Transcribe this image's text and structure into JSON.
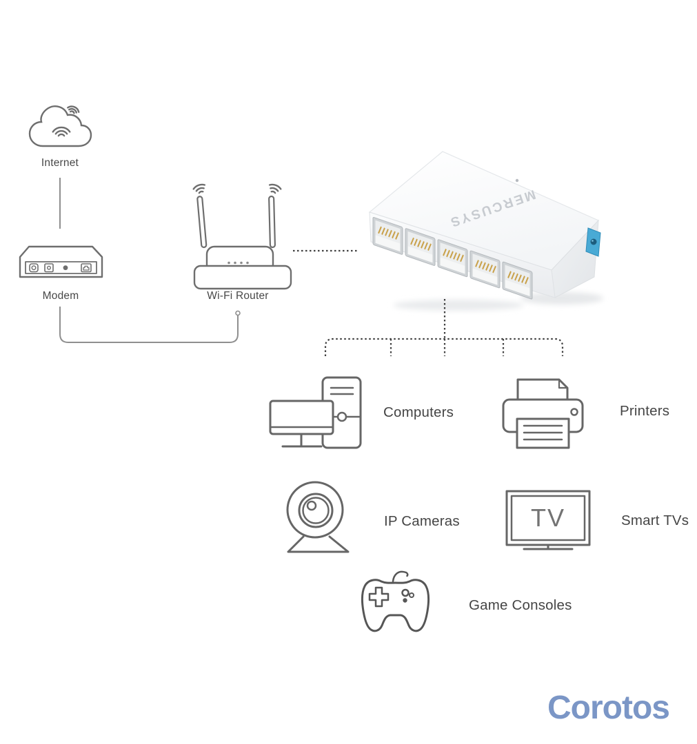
{
  "watermark": {
    "text": "Corotos",
    "color": "#7b96c6"
  },
  "network": {
    "internet_label": "Internet",
    "modem_label": "Modem",
    "router_label": "Wi-Fi Router",
    "switch": {
      "brand": "MERCUSYS",
      "port_count": 5,
      "power_port_color": "#49aad5",
      "body_color": "#ffffff"
    }
  },
  "devices": [
    {
      "label": "Computers"
    },
    {
      "label": "Printers"
    },
    {
      "label": "IP Cameras"
    },
    {
      "label": "Smart TVs",
      "screen_text": "TV"
    },
    {
      "label": "Game Consoles"
    }
  ],
  "colors": {
    "icon_stroke": "#666666",
    "label_text": "#454545",
    "dotted_line": "#3f3f3f",
    "solid_line": "#8f8f8f",
    "gold_pins": "#c9a14a"
  }
}
